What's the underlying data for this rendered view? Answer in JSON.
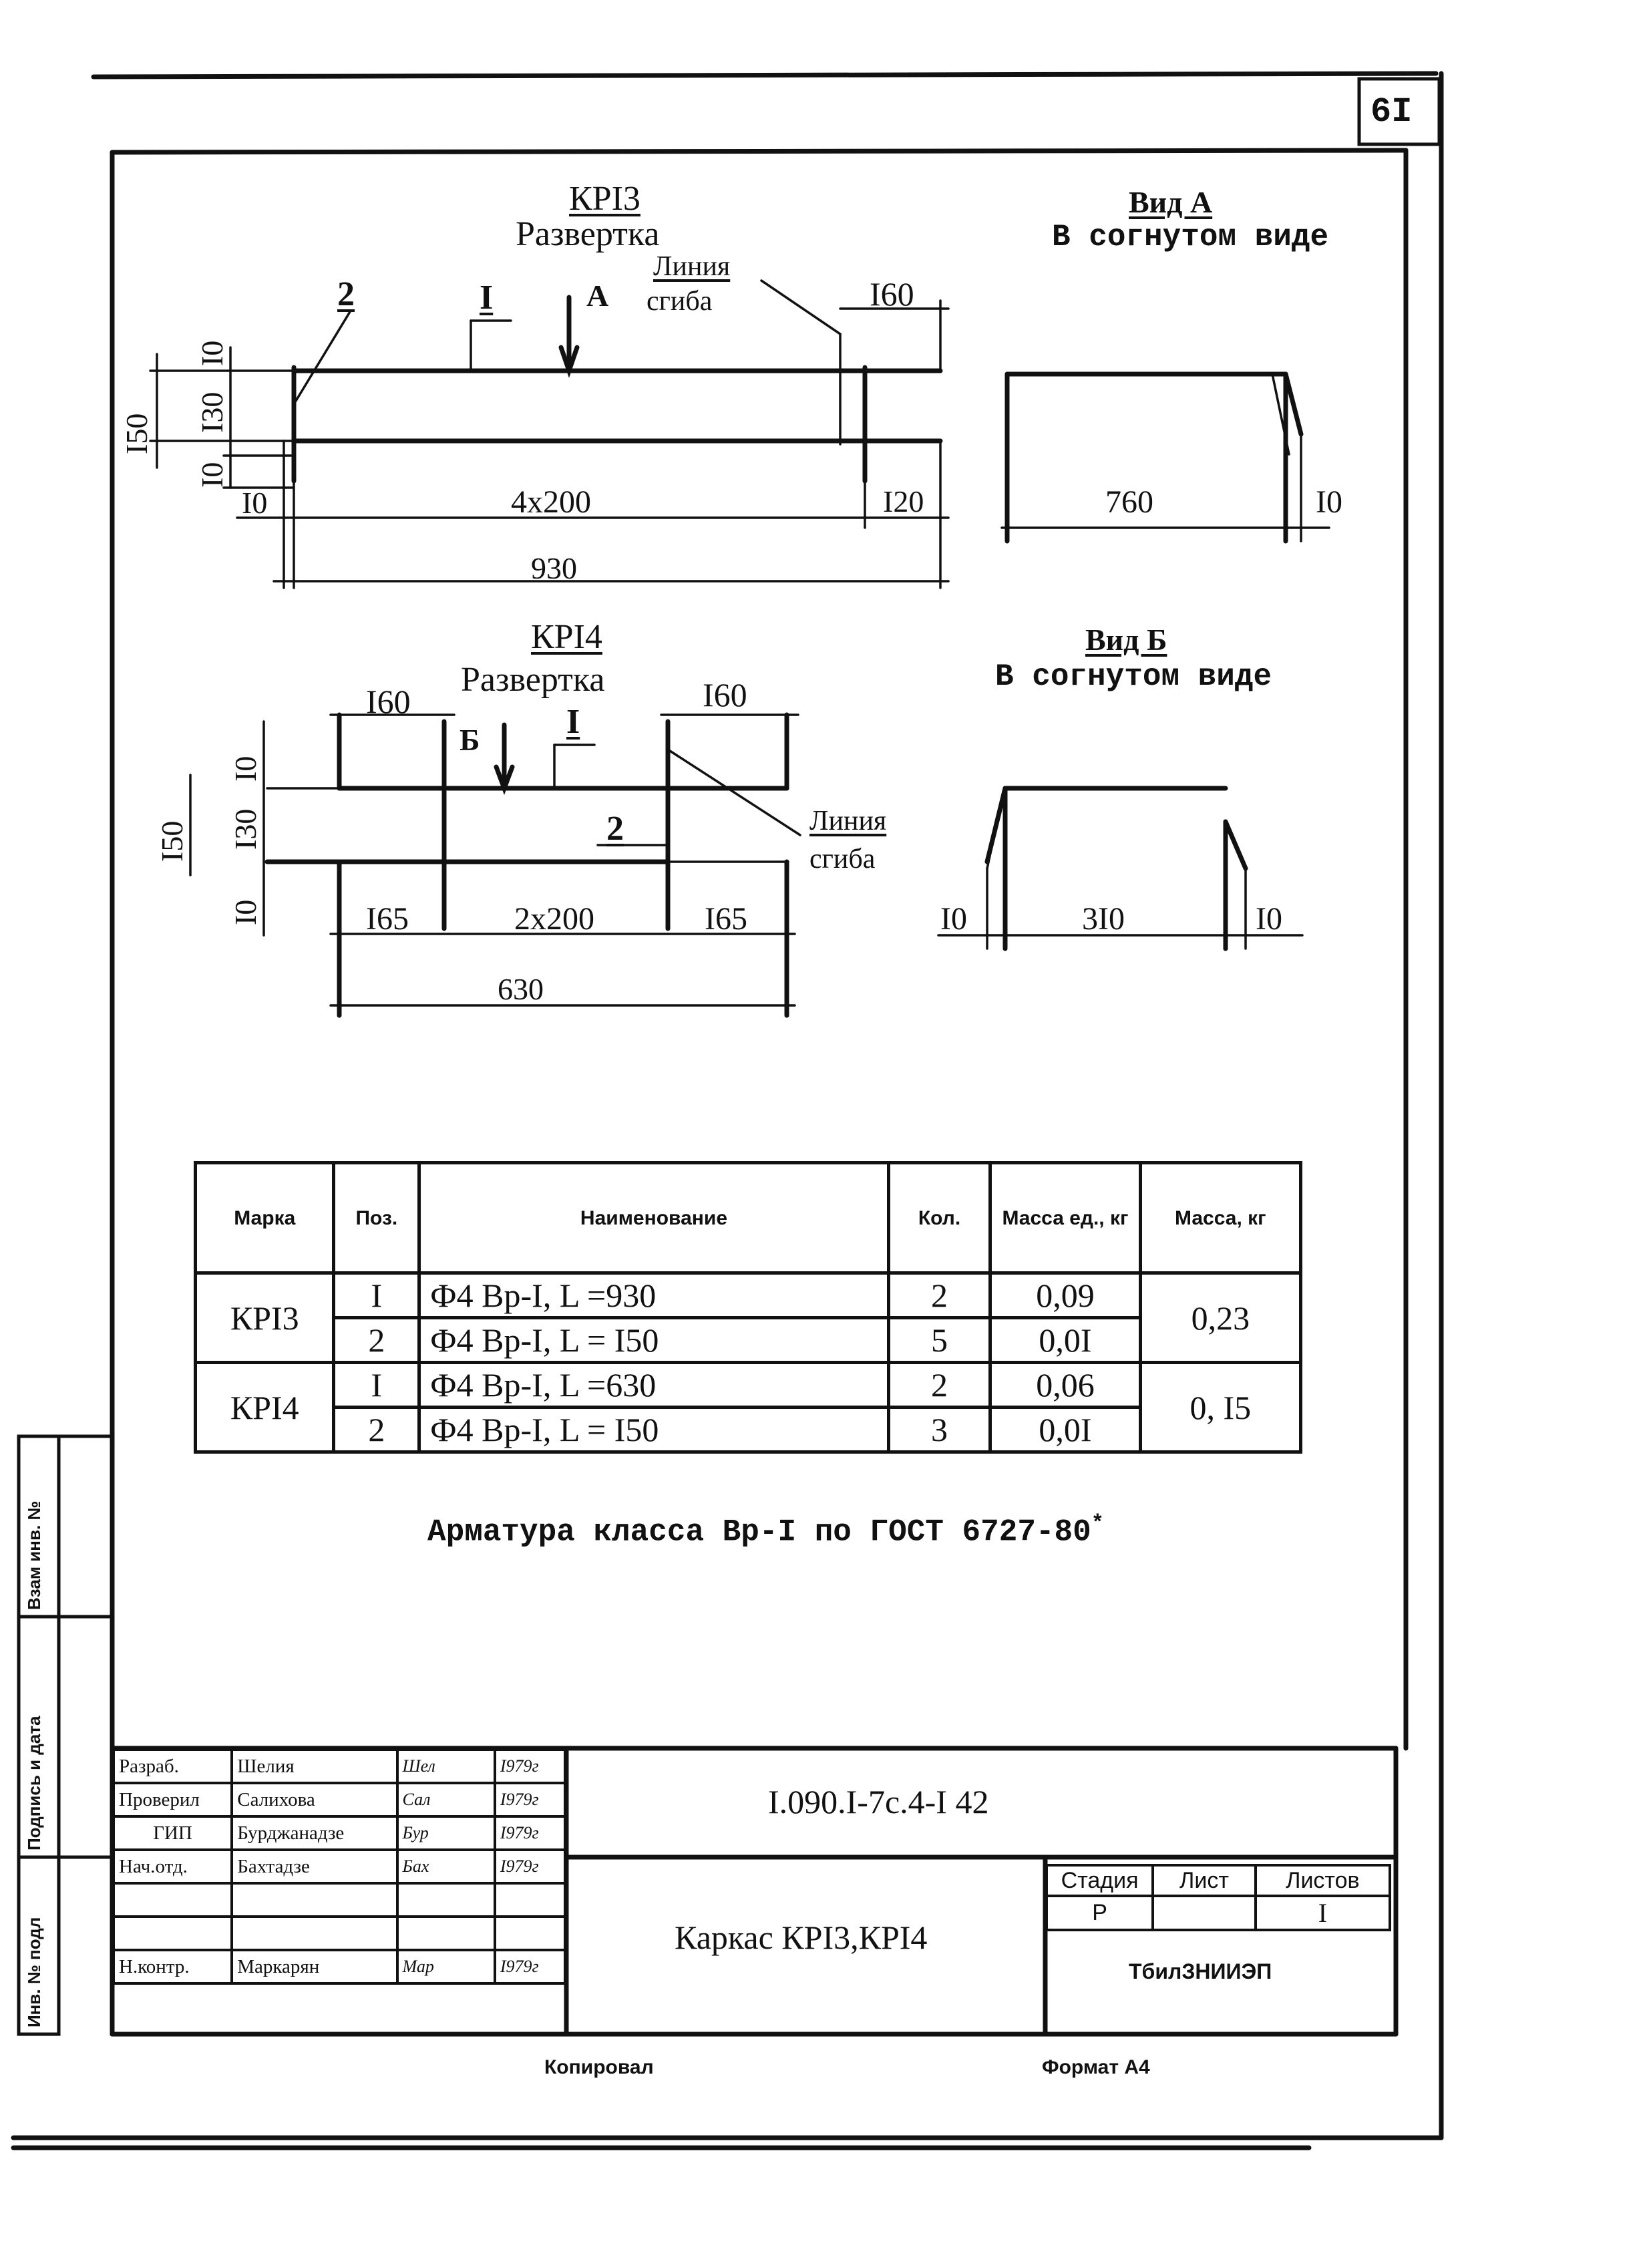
{
  "page_number": "6I",
  "drawing1": {
    "title": "КРI3",
    "subtitle": "Развертка",
    "pos2": "2",
    "pos1": "I",
    "arrow": "А",
    "bend_line_1": "Линия",
    "bend_line_2": "сгиба",
    "dim_top_right": "I60",
    "dim_total_height": "I50",
    "dim_top_offset": "I0",
    "dim_mid": "I30",
    "dim_bottom_offset": "I0",
    "dim_left": "I0",
    "dim_pitch": "4x200",
    "dim_right": "I20",
    "dim_total": "930"
  },
  "view_a": {
    "title": "Вид А",
    "subtitle": "В согнутом виде",
    "dim_length": "760",
    "dim_end": "I0"
  },
  "drawing2": {
    "title": "КРI4",
    "subtitle": "Развертка",
    "arrow": "Б",
    "pos1": "I",
    "pos2": "2",
    "bend_line_1": "Линия",
    "bend_line_2": "сгиба",
    "dim_top_left": "I60",
    "dim_top_right": "I60",
    "dim_total_height": "I50",
    "dim_top_offset": "I0",
    "dim_mid": "I30",
    "dim_bottom_offset": "I0",
    "dim_left": "I65",
    "dim_pitch": "2x200",
    "dim_right": "I65",
    "dim_total": "630"
  },
  "view_b": {
    "title": "Вид Б",
    "subtitle": "В согнутом виде",
    "dim_left": "I0",
    "dim_length": "3I0",
    "dim_right": "I0"
  },
  "spec_table": {
    "headers": {
      "mark": "Марка",
      "pos": "Поз.",
      "name": "Наименование",
      "qty": "Кол.",
      "unit_mass": "Масса ед., кг",
      "mass": "Масса, кг"
    },
    "groups": [
      {
        "mark": "КРI3",
        "total_mass": "0,23",
        "rows": [
          {
            "pos": "I",
            "name": "Ф4 Вр-I,  L =930",
            "qty": "2",
            "unit_mass": "0,09"
          },
          {
            "pos": "2",
            "name": "Ф4 Вр-I,  L = I50",
            "qty": "5",
            "unit_mass": "0,0I"
          }
        ]
      },
      {
        "mark": "КРI4",
        "total_mass": "0, I5",
        "rows": [
          {
            "pos": "I",
            "name": "Ф4 Вр-I,  L =630",
            "qty": "2",
            "unit_mass": "0,06"
          },
          {
            "pos": "2",
            "name": "Ф4 Вр-I,  L = I50",
            "qty": "3",
            "unit_mass": "0,0I"
          }
        ]
      }
    ]
  },
  "note": "Арматура класса Вр-I по ГОСТ 6727-80",
  "note_mark": "*",
  "stamp": {
    "rows": [
      {
        "role": "Разраб.",
        "name": "Шелия",
        "sign": "Шел",
        "date": "I979г"
      },
      {
        "role": "Проверил",
        "name": "Салихова",
        "sign": "Сал",
        "date": "I979г"
      },
      {
        "role": "ГИП",
        "name": "Бурджанадзе",
        "sign": "Бур",
        "date": "I979г"
      },
      {
        "role": "Нач.отд.",
        "name": "Бахтадзе",
        "sign": "Бах",
        "date": "I979г"
      },
      {
        "role": "",
        "name": "",
        "sign": "",
        "date": ""
      },
      {
        "role": "",
        "name": "",
        "sign": "",
        "date": ""
      },
      {
        "role": "Н.контр.",
        "name": "Маркарян",
        "sign": "Мар",
        "date": "I979г"
      }
    ],
    "doc_code": "I.090.I-7с.4-I 42",
    "doc_title": "Каркас КРI3,КРI4",
    "stage_header": "Стадия",
    "sheet_header": "Лист",
    "sheets_header": "Листов",
    "stage": "Р",
    "sheet": "",
    "sheets": "I",
    "org": "ТбилЗНИИЭП"
  },
  "side_labels": {
    "inv_no_sub": "Взам инв. №",
    "sign_date": "Подпись и дата",
    "inv_no_orig": "Инв. № подл"
  },
  "footer": {
    "copied": "Копировал",
    "format": "Формат А4"
  }
}
